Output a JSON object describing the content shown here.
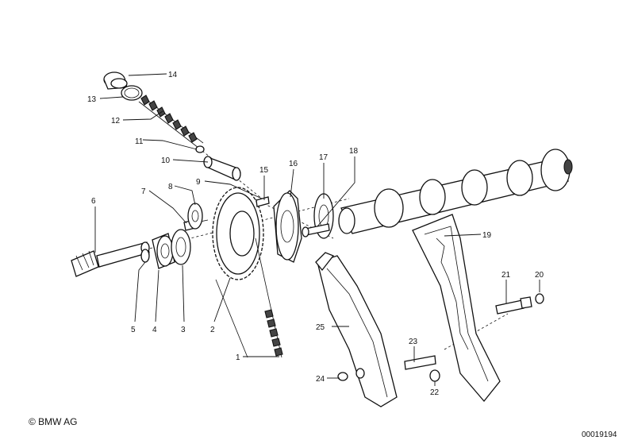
{
  "labels": {
    "l1": "1",
    "l2": "2",
    "l3": "3",
    "l4": "4",
    "l5": "5",
    "l6": "6",
    "l7": "7",
    "l8": "8",
    "l9": "9",
    "l10": "10",
    "l11": "11",
    "l12": "12",
    "l13": "13",
    "l14": "14",
    "l15": "15",
    "l16": "16",
    "l17": "17",
    "l18": "18",
    "l19": "19",
    "l20": "20",
    "l21": "21",
    "l22": "22",
    "l23": "23",
    "l24": "24",
    "l25": "25"
  },
  "footer": {
    "copyright": "© BMW AG",
    "reference": "00019194"
  }
}
